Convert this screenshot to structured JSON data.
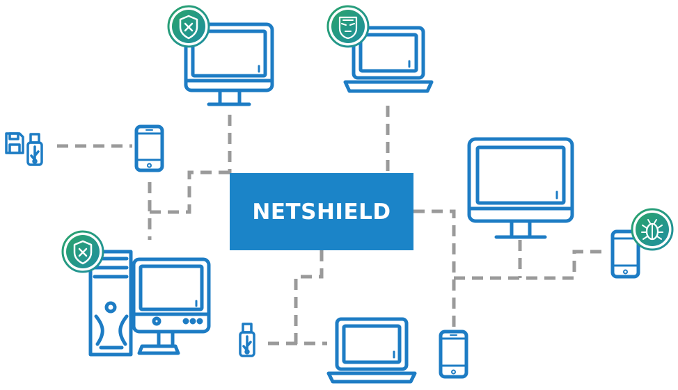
{
  "hub": {
    "label": "NETSHIELD"
  },
  "colors": {
    "device_blue": "#1d7cc4",
    "hub_fill": "#1b84c8",
    "connector_gray": "#9a9a9a",
    "badge_green": "#2aa36b",
    "badge_teal": "#1f8fa0",
    "hub_text": "#ffffff"
  },
  "devices": [
    {
      "kind": "monitor",
      "badge": "shield-x-icon"
    },
    {
      "kind": "laptop",
      "badge": "mask-icon"
    },
    {
      "kind": "monitor",
      "badge": null
    },
    {
      "kind": "desktop-tower",
      "badge": "shield-x-icon"
    },
    {
      "kind": "laptop",
      "badge": null
    },
    {
      "kind": "smartphone",
      "badge": null
    },
    {
      "kind": "smartphone",
      "badge": null
    },
    {
      "kind": "smartphone",
      "badge": "bug-icon"
    },
    {
      "kind": "usb-drive",
      "badge": null
    },
    {
      "kind": "floppy-and-usb",
      "badge": null
    }
  ]
}
